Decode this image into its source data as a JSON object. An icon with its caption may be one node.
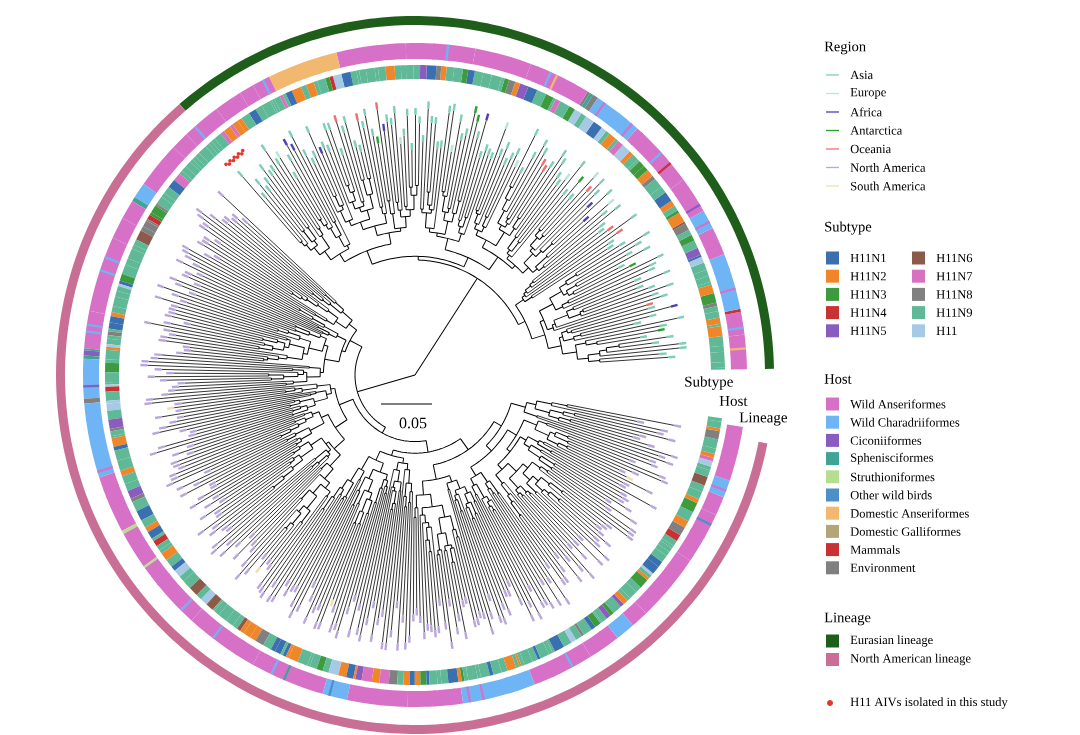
{
  "diagram": {
    "labels": [
      "Subtype",
      "Host",
      "Lineage",
      "0.05",
      "Region",
      "Subtype",
      "Host",
      "Lineage"
    ],
    "legend": [
      {
        "text": "Asia"
      },
      {
        "text": "Europe"
      },
      {
        "text": "Africa"
      },
      {
        "text": "Antarctica"
      },
      {
        "text": "Oceania"
      },
      {
        "text": "North America"
      },
      {
        "text": "South America"
      },
      {
        "text": "H11N1",
        "color": "#3a6fb0"
      },
      {
        "text": "H11N2",
        "color": "#f0862a"
      },
      {
        "text": "H11N3",
        "color": "#3d9a3d"
      },
      {
        "text": "H11N4",
        "color": "#c83232"
      },
      {
        "text": "H11N5",
        "color": "#8a5cc0"
      },
      {
        "text": "H11N6",
        "color": "#8b5a4a"
      },
      {
        "text": "H11N7",
        "color": "#d771c0"
      },
      {
        "text": "H11N8",
        "color": "#808080"
      },
      {
        "text": "H11N9",
        "color": "#5fb896"
      },
      {
        "text": "H11",
        "color": "#a6c9e6"
      },
      {
        "text": "Wild Anseriformes",
        "color": "#d771c8"
      },
      {
        "text": "Wild Charadriiformes",
        "color": "#6fb5f5"
      },
      {
        "text": "Ciconiiformes",
        "color": "#8a5cc0"
      },
      {
        "text": "Sphenisciformes",
        "color": "#3fa396"
      },
      {
        "text": "Struthioniformes",
        "color": "#b5df8f"
      },
      {
        "text": "Other wild birds",
        "color": "#4f8fc8"
      },
      {
        "text": "Domestic Anseriformes",
        "color": "#f2b870"
      },
      {
        "text": "Domestic Galliformes",
        "color": "#b3a57a"
      },
      {
        "text": "Mammals",
        "color": "#c83232"
      },
      {
        "text": "Environment",
        "color": "#808080"
      },
      {
        "text": "Eurasian lineage",
        "color": "#1f5e1a"
      },
      {
        "text": "North American lineage",
        "color": "#c96f95"
      },
      {
        "text": "H11 AIVs isolated in this study"
      }
    ]
  }
}
